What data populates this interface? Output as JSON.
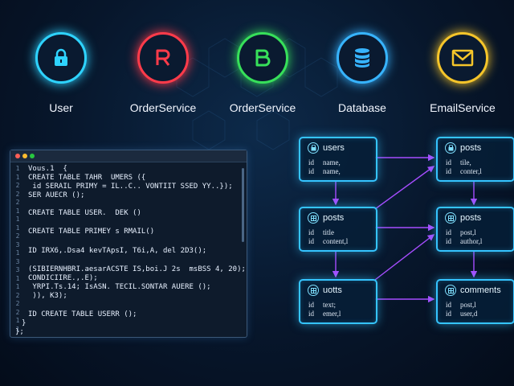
{
  "services": [
    {
      "label": "User",
      "icon": "lock-icon",
      "color": "#2ed3ff"
    },
    {
      "label": "OrderService",
      "icon": "r-letter-icon",
      "color": "#ff3b4a"
    },
    {
      "label": "OrderService",
      "icon": "b-letter-icon",
      "color": "#37e05a"
    },
    {
      "label": "Database",
      "icon": "database-icon",
      "color": "#37b4ff"
    },
    {
      "label": "EmailService",
      "icon": "envelope-icon",
      "color": "#f5c52a"
    }
  ],
  "code": {
    "line_numbers": [
      "1",
      "1",
      "2",
      "2",
      "2",
      "1",
      "1",
      "1",
      "2",
      "3",
      "1",
      "3",
      "3",
      "1",
      "1",
      "2",
      "2",
      "2",
      "1",
      "1"
    ],
    "lines": [
      {
        "text": "Vous.1  {",
        "color": "#ffffff"
      },
      {
        "text": "CREATE TABLE TAHR  UMERS ({",
        "color": "#ffffff"
      },
      {
        "text": " id SERAIL PRIMY = IL..C.. VONTIIT SSED YY..});",
        "color": "#ffffff"
      },
      {
        "text": "SER AUECR ();",
        "color": "#ffffff"
      },
      {
        "text": "CREATE TABLE USER.  DEK ()",
        "color": "#ffffff"
      },
      {
        "text": "CREATE TABLE PRIMEY s RMAIL()",
        "color": "#ffffff"
      },
      {
        "text": "ID IRX6,.Dsa4 kevTApsI, T6i,A, del 2D3();",
        "color": "#ffffff"
      },
      {
        "text": "(SIBIERNHBRI.aesarACSTE IS,boi.J 2s  msBSS 4, 20);",
        "color": "#ffffff"
      },
      {
        "text": "CONDICIIRE.,.E);",
        "color": "#ffffff"
      },
      {
        "text": " YRPI.Ts.14; IsASN. TECIL.SONTAR AUERE ();",
        "color": "#ffffff"
      },
      {
        "text": " )), K3);",
        "color": "#ffffff"
      },
      {
        "text": "ID CREATE TABLE USERR ();",
        "color": "#ffffff"
      },
      {
        "text": "}",
        "color": "#ffffff"
      },
      {
        "text": "};",
        "color": "#ffffff"
      }
    ]
  },
  "entities": [
    {
      "id": "users",
      "title": "users",
      "rows": [
        [
          "id",
          "name,"
        ],
        [
          "id",
          "name,"
        ]
      ]
    },
    {
      "id": "posts1",
      "title": "posts",
      "rows": [
        [
          "id",
          "tile,"
        ],
        [
          "id",
          "conter,l"
        ]
      ]
    },
    {
      "id": "posts2",
      "title": "posts",
      "rows": [
        [
          "id",
          "title"
        ],
        [
          "id",
          "content,l"
        ]
      ]
    },
    {
      "id": "posts3",
      "title": "posts",
      "rows": [
        [
          "id",
          "post,l"
        ],
        [
          "id",
          "author,l"
        ]
      ]
    },
    {
      "id": "uotts",
      "title": "uotts",
      "rows": [
        [
          "id",
          "text;"
        ],
        [
          "id",
          "emer,l"
        ]
      ]
    },
    {
      "id": "comments",
      "title": "comments",
      "rows": [
        [
          "id",
          "post,l"
        ],
        [
          "id",
          "user,d"
        ]
      ]
    }
  ],
  "colors": {
    "accent": "#35c4ff",
    "relation": "#a64dff"
  }
}
